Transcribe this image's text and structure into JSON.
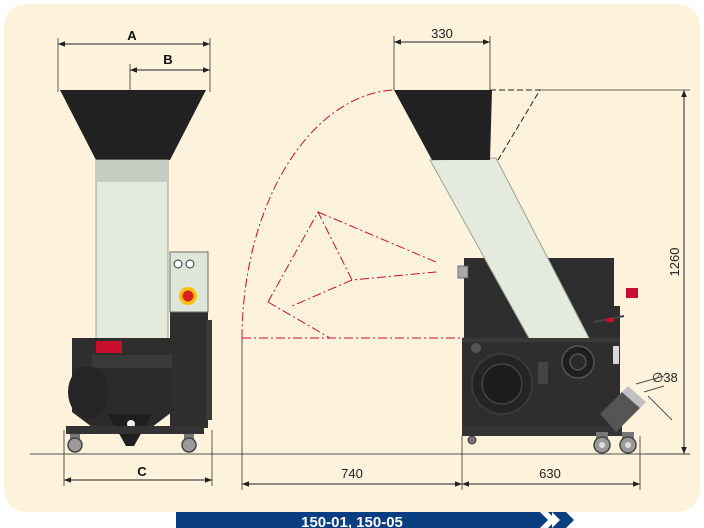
{
  "dimensions": {
    "label_a": "A",
    "label_b": "B",
    "label_c": "C",
    "hopper_width": "330",
    "height": "1260",
    "front_clearance": "740",
    "base_depth": "630",
    "outlet_diameter": "∅38"
  },
  "banner": {
    "text": "150-01, 150-05"
  },
  "colors": {
    "panel_background": "#fdf2dc",
    "machine_dark": "#2e2e2e",
    "hopper_black": "#222222",
    "chute_light": "#e4ebde",
    "chute_top_grey": "#c5ccc2",
    "dash_red": "#c8102e",
    "banner_blue": "#0a3e82",
    "emergency_red": "#d61e2a",
    "emergency_yellow": "#f5c400"
  }
}
